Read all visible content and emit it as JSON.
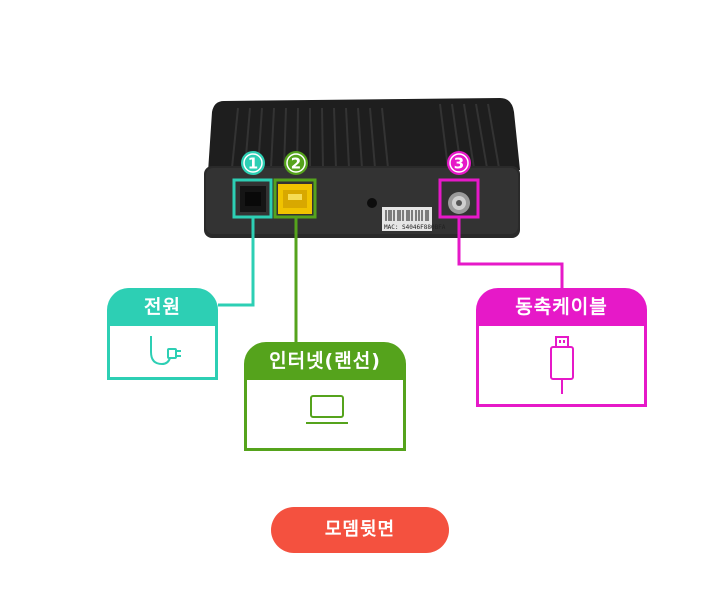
{
  "ports": [
    {
      "number": "1",
      "label": "전원",
      "color": "#2dcfb4",
      "icon": "plug-icon"
    },
    {
      "number": "2",
      "label": "인터넷(랜선)",
      "color": "#55a31c",
      "icon": "laptop-icon"
    },
    {
      "number": "3",
      "label": "동축케이블",
      "color": "#e619c8",
      "icon": "usb-cable-icon"
    }
  ],
  "device": {
    "mac_label": "MAC: S4046F880BFA"
  },
  "button": {
    "label": "모뎀뒷면",
    "color": "#f4513f"
  }
}
